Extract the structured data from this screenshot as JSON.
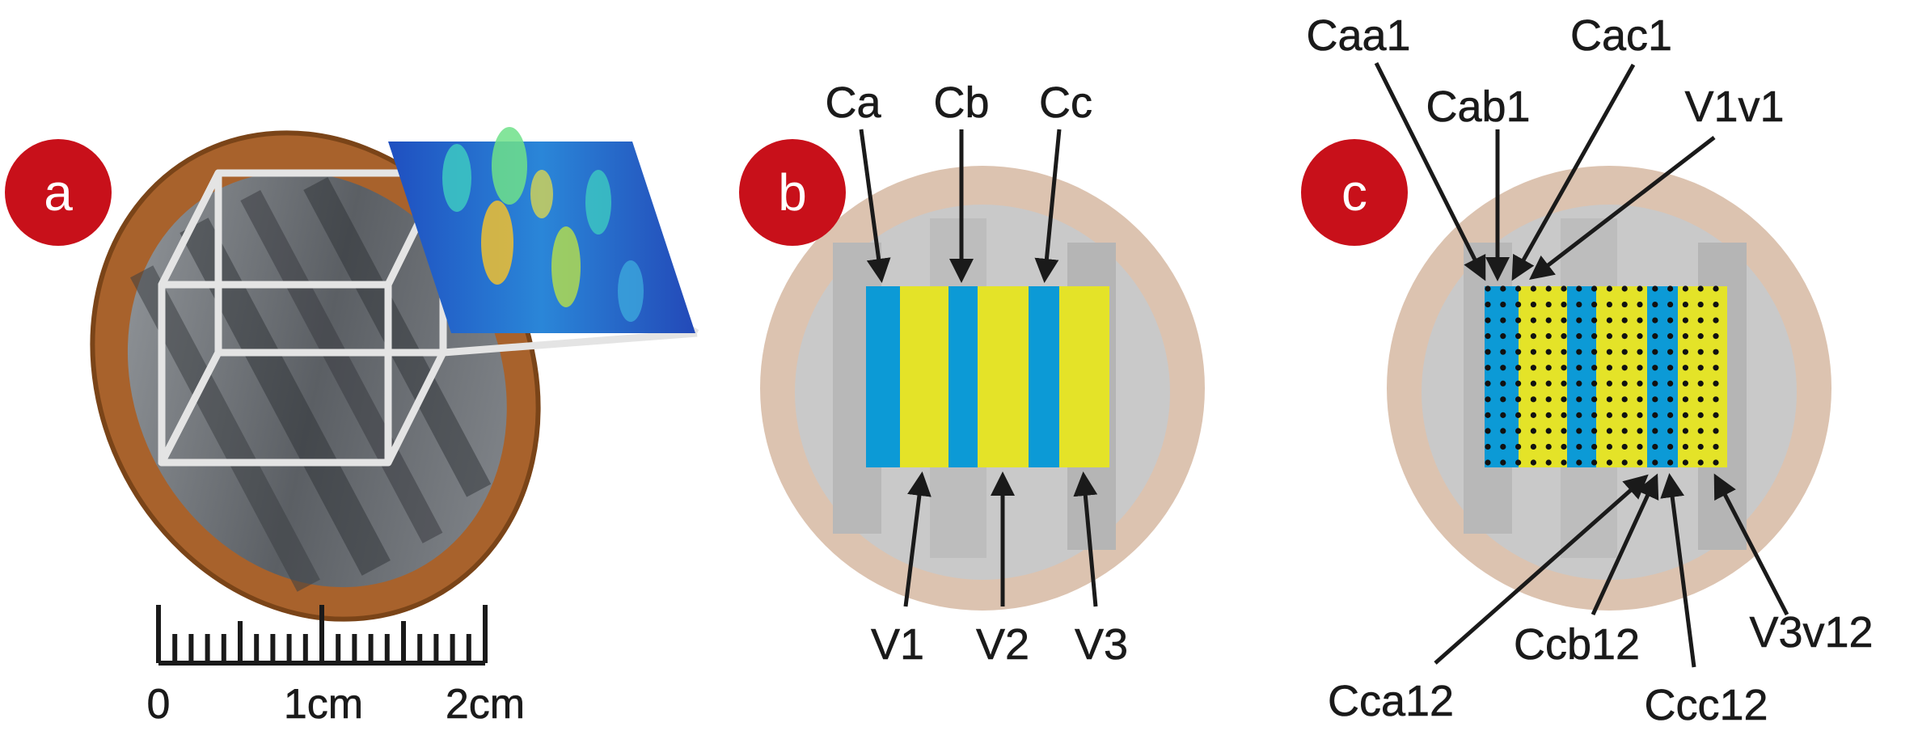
{
  "panels": {
    "a": {
      "badge": "a"
    },
    "b": {
      "badge": "b"
    },
    "c": {
      "badge": "c"
    }
  },
  "ruler": {
    "labels": [
      "0",
      "1cm",
      "2cm"
    ]
  },
  "panel_b": {
    "top_labels": [
      "Ca",
      "Cb",
      "Cc"
    ],
    "bottom_labels": [
      "V1",
      "V2",
      "V3"
    ]
  },
  "panel_c": {
    "top_labels": [
      "Caa1",
      "Cab1",
      "Cac1",
      "V1v1"
    ],
    "bottom_labels": [
      "Cca12",
      "Ccb12",
      "Ccc12",
      "V3v12"
    ]
  },
  "colors": {
    "badge": "#c8101a",
    "stripe_blue": "#0c9ad6",
    "stripe_yellow": "#e4e328",
    "disc_rim": "#a8622c",
    "disc_faded": "#dcc3b0",
    "arrow": "#1a1a1a"
  }
}
